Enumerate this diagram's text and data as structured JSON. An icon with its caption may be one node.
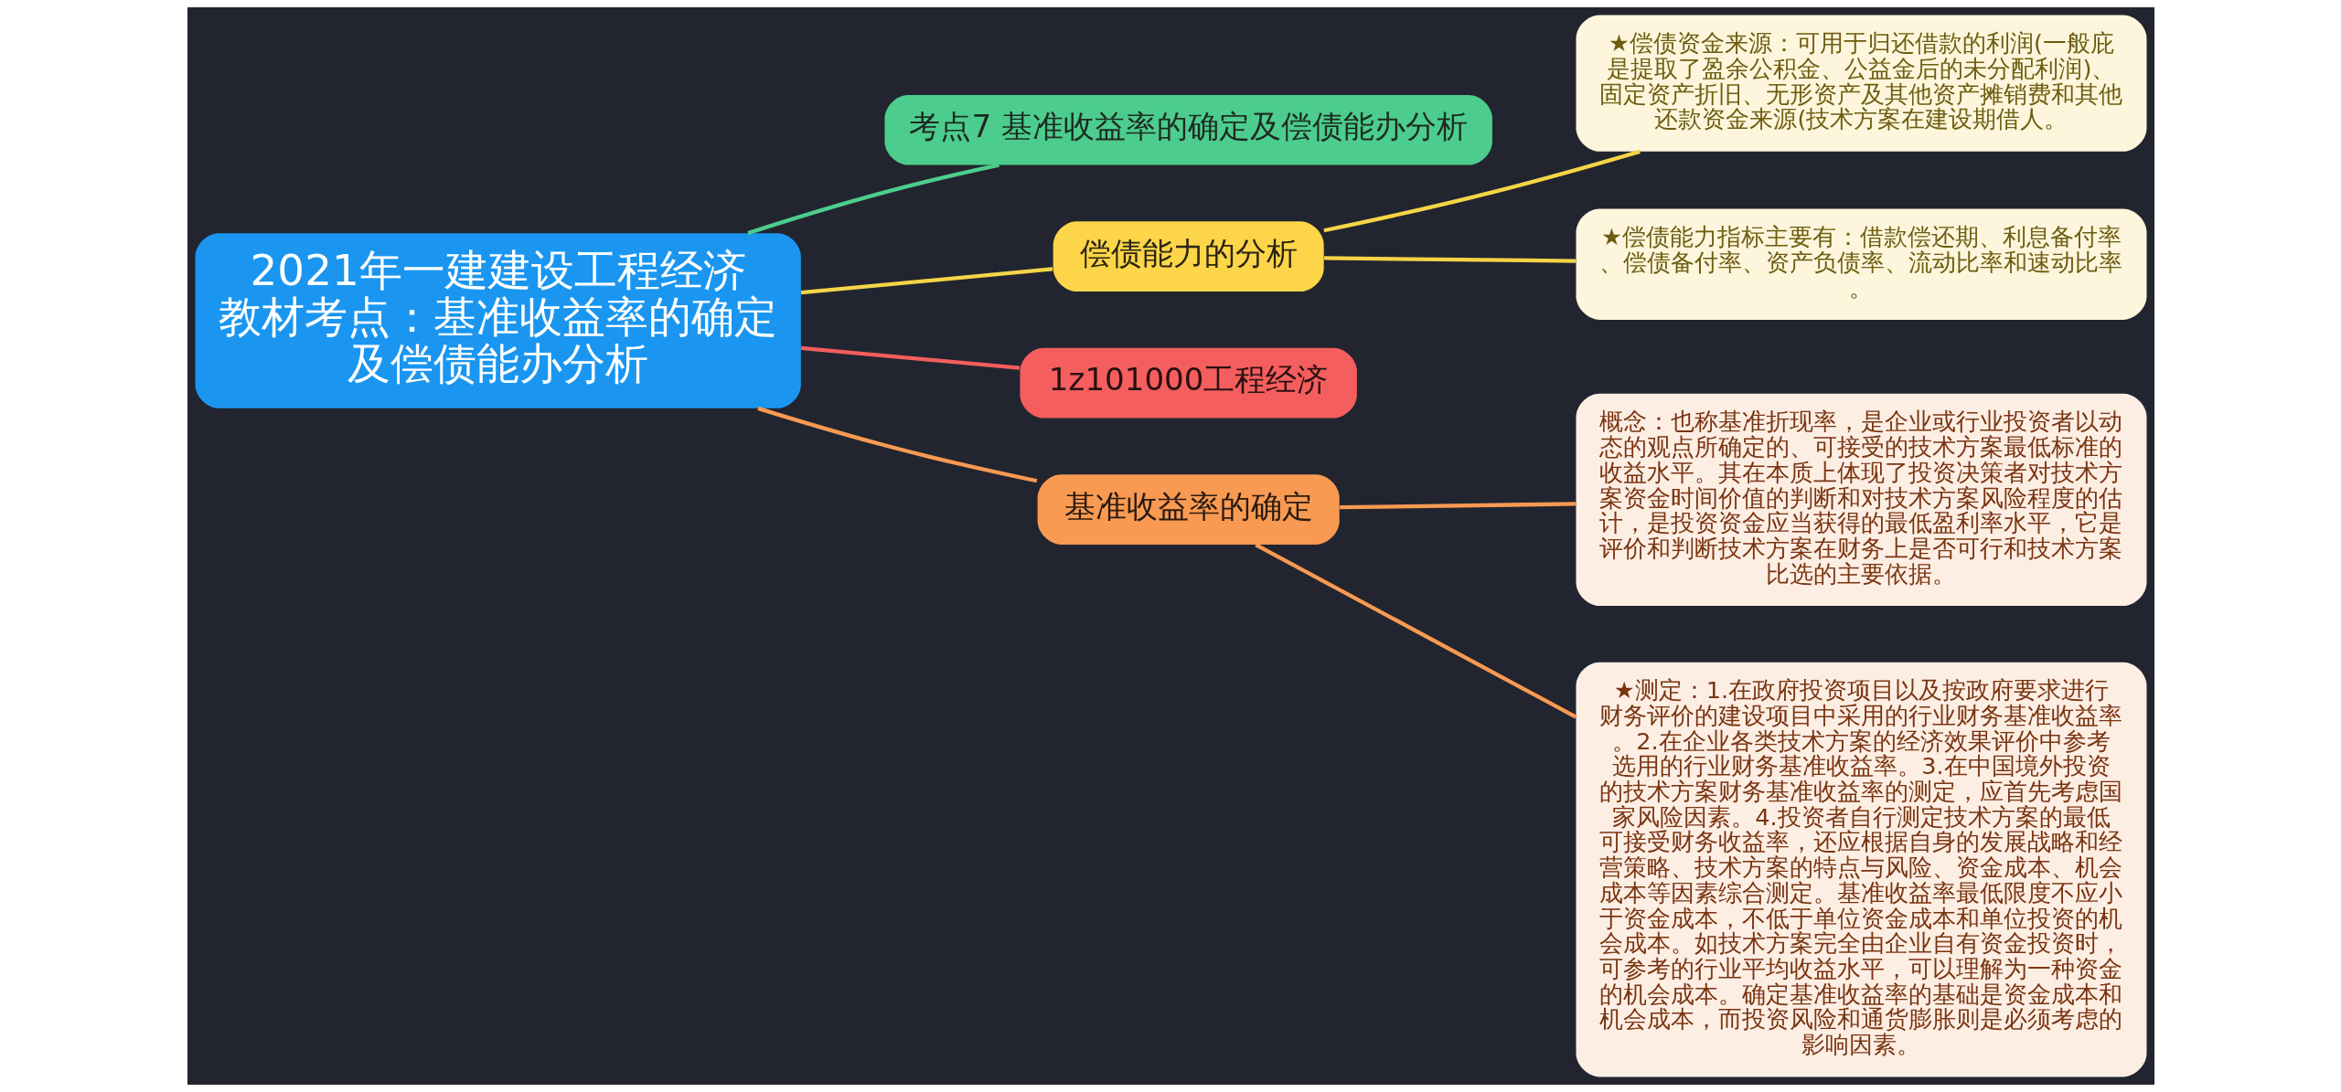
{
  "diagram": {
    "nodes": [
      {
        "text": [
          "2021年一建建设工程经济教材考点：基准收益率的确定及偿债能办分析"
        ]
      },
      {
        "text": [
          "考点7 基准收益率的确定及偿债能办分析"
        ]
      },
      {
        "text": [
          "偿债能力的分析"
        ]
      },
      {
        "text": [
          "★偿债资金来源：可用于归还借款的利润(一般庇是提取了盈余公积金、公益金后的未分配利润)、固定资产折旧、无形资产及其他资产摊销费和其他还款资金来源(技术方案在建设期借人。"
        ]
      },
      {
        "text": [
          "★偿债能力指标主要有：借款偿还期、利息备付率、偿债备付率、资产负债率、流动比率和速动比率。"
        ]
      },
      {
        "text": [
          "1z101000工程经济"
        ]
      },
      {
        "text": [
          "基准收益率的确定"
        ]
      },
      {
        "text": [
          "概念：也称基准折现率，是企业或行业投资者以动态的观点所确定的、可接受的技术方案最低标准的收益水平。其在本质上体现了投资决策者对技术方案资金时间价值的判断和对技术方案风险程度的估计，是投资资金应当获得的最低盈利率水平，它是评价和判断技术方案在财务上是否可行和技术方案比选的主要依据。"
        ]
      },
      {
        "text": [
          "★测定：1.在政府投资项目以及按政府要求进行财务评价的建设项目中采用的行业财务基准收益率。2.在企业各类技术方案的经济效果评价中参考选用的行业财务基准收益率。3.在中国境外投资的技术方案财务基准收益率的测定，应首先考虑国家风险因素。4.投资者自行测定技术方案的最低可接受财务收益率，还应根据自身的发展战略和经营策略、技术方案的特点与风险、资金成本、机会成本等因素综合测定。基准收益率最低限度不应小于资金成本，不低于单位资金成本和单位投资的机会成本。如技术方案完全由企业自有资金投资时，可参考的行业平均收益水平，可以理解为一种资金的机会成本。确定基准收益率的基础是资金成本和机会成本，而投资风险和通货膨胀则是必须考虑的影响因素。"
        ]
      }
    ],
    "edges": [
      {
        "from": 0,
        "to": 1,
        "arrow": "none",
        "color": "#4ccd8d"
      },
      {
        "from": 0,
        "to": 2,
        "arrow": "none",
        "color": "#f5d547"
      },
      {
        "from": 2,
        "to": 3,
        "arrow": "none",
        "color": "#f5d547"
      },
      {
        "from": 2,
        "to": 4,
        "arrow": "none",
        "color": "#f5d547"
      },
      {
        "from": 0,
        "to": 5,
        "arrow": "none",
        "color": "#f55e5e"
      },
      {
        "from": 0,
        "to": 6,
        "arrow": "none",
        "color": "#f99a52"
      },
      {
        "from": 6,
        "to": 7,
        "arrow": "none",
        "color": "#f99a52"
      },
      {
        "from": 6,
        "to": 8,
        "arrow": "none",
        "color": "#f99a52"
      }
    ]
  }
}
